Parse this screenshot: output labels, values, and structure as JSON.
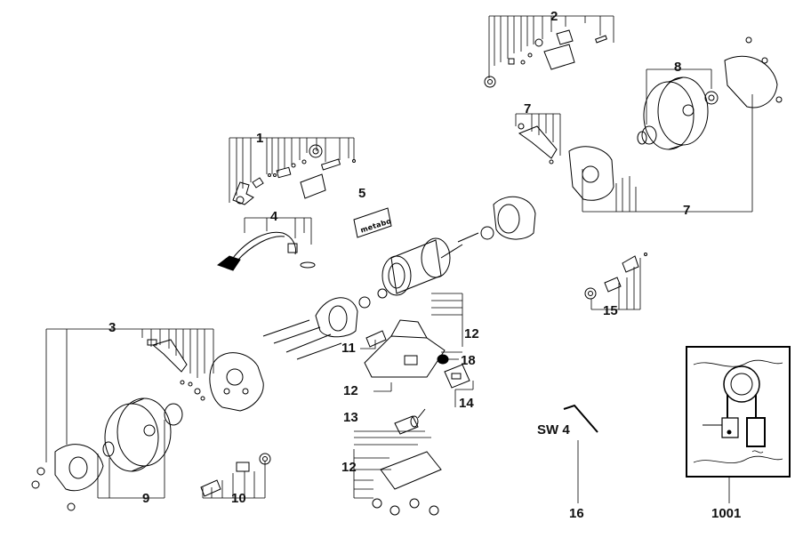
{
  "brand_plate_text": "metabo",
  "callouts": {
    "c1": "1",
    "c2": "2",
    "c3": "3",
    "c4": "4",
    "c5": "5",
    "c7a": "7",
    "c7b": "7",
    "c8": "8",
    "c9": "9",
    "c10": "10",
    "c11": "11",
    "c12a": "12",
    "c12b": "12",
    "c12c": "12",
    "c13": "13",
    "c14": "14",
    "c15": "15",
    "c16": "16",
    "c18": "18",
    "c1001": "1001",
    "sw4": "SW 4"
  }
}
